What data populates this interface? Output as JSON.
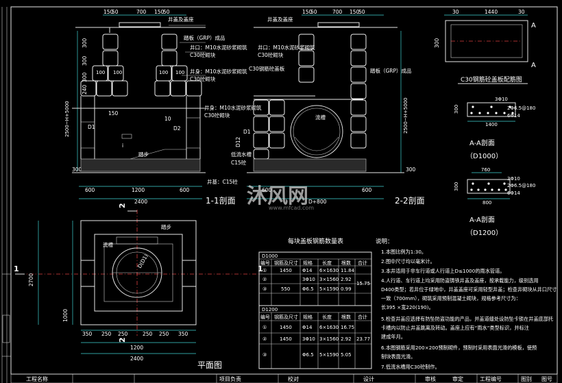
{
  "frame": {
    "title_block": [
      "工程名称",
      "项目负责",
      "校对",
      "设计",
      "审核",
      "审定",
      "工程编号",
      "图别",
      "图号"
    ]
  },
  "section1": {
    "title": "1-1剖面",
    "top_dims": [
      "150",
      "50",
      "700",
      "150",
      "50"
    ],
    "left_dims": [
      "300",
      "300",
      "300",
      "240"
    ],
    "height_dim": "2500~H+5000",
    "bottom_dims": [
      "600",
      "1200",
      "600"
    ],
    "total": "2400",
    "labels": {
      "well_frame": "井盖及盖座",
      "collar": "踏板（GRP）成品",
      "mouth1": "井口：M10水泥砂浆砌筑",
      "mouth2": "C30砼砌块",
      "body1": "井身：M10水泥砂浆砌筑",
      "body2": "C30砼砌块",
      "step": "踏步",
      "bottom": "井基：C15砼"
    },
    "pipe_labels": [
      "D1",
      "D2",
      "i",
      "150",
      "10",
      "300"
    ],
    "inner_dims": [
      "100",
      "100",
      "100",
      "100"
    ]
  },
  "section2": {
    "title": "2-2剖面",
    "top_dims": [
      "150",
      "50",
      "700",
      "150",
      "50"
    ],
    "height_dim": "2500~H+5000",
    "bottom_dims": [
      "600",
      "600"
    ],
    "total": "D+800",
    "labels": {
      "frame": "井盖及盖座",
      "mouth1": "井口：M10水泥砂浆砌筑",
      "mouth2": "C30砼砌块",
      "slab": "C30钢筋砼盖板",
      "collar": "踏板（GRP）成品",
      "body1": "井身：M10水泥砂浆砌筑",
      "body2": "C30砼砌块",
      "flow": "流槽",
      "bed": "低流水槽",
      "base": "C15砼"
    },
    "side_labels": [
      "D1",
      "D12",
      "300"
    ]
  },
  "watermark": {
    "logo": "沐风网",
    "url": "www.mfcad.com"
  },
  "slab_plan": {
    "top_dims": [
      "30",
      "1440",
      "30"
    ],
    "side_dims": [
      "300"
    ],
    "section_mark": "A",
    "title": "C30钢筋砼盖板配筋图"
  },
  "slab_section1": {
    "bars": [
      "3Φ10",
      "2Φ6.5@180",
      "6Φ14"
    ],
    "width": "1400",
    "title": "A-A剖面",
    "subtitle": "（D1000）",
    "thick": "300"
  },
  "slab_section2": {
    "top": "760",
    "bars": [
      "3Φ10",
      "2Φ6.5@180",
      "6Φ14"
    ],
    "width": "800",
    "title": "A-A剖面",
    "subtitle": "（D1200）",
    "thick": "300"
  },
  "plan": {
    "title": "平面图",
    "label_step": "踏步",
    "label_slope": "流槽",
    "label_d": "D(D1)",
    "left_dims": [
      "2700",
      "1000"
    ],
    "bottom_dims": [
      "350",
      "250",
      "250",
      "250",
      "250",
      "350"
    ],
    "bottom_total1": "1200",
    "bottom_total2": "2400",
    "section_marks": [
      "2",
      "1",
      "2",
      "1"
    ]
  },
  "rebar_table": {
    "title": "每块盖板钢筋数量表",
    "group1": "D1000",
    "group2": "D1200",
    "headers": [
      "编号",
      "钢筋及尺寸",
      "规格",
      "长度",
      "根数",
      "合计"
    ],
    "rows1": [
      [
        "①",
        "1450",
        "Φ14",
        "6×1630",
        "11.84",
        ""
      ],
      [
        "②",
        "",
        "3Φ10",
        "3×1560",
        "2.92",
        "15.75"
      ],
      [
        "③",
        "550",
        "Φ6.5",
        "5×1590",
        "0.99",
        ""
      ]
    ],
    "rows2": [
      [
        "①",
        "1450",
        "Φ14",
        "6×1630",
        "16.75",
        ""
      ],
      [
        "②",
        "1450",
        "3Φ10",
        "3×1560",
        "2.92",
        "23.77"
      ],
      [
        "③",
        "",
        "Φ6.5",
        "5×1590",
        "5.05",
        ""
      ]
    ]
  },
  "notes": {
    "title": "说明：",
    "lines": [
      "1.本图比例为1:30。",
      "2.图中尺寸均以毫米计。",
      "3.本井适用于非车行道或人行道上D≤1000的雨水管道。",
      "4.人行道、车行道上均采用防盗铸铁井盖及盖座，按承载能力，级别选用",
      "  D400类型；若井位于绿地中，井盖盖座可采用轻型井盖；检查井砌块从井口尺寸",
      "  一致（700mm），砌筑采用预制混凝土砌块，规格参考尺寸为：",
      "  长395 ×宽220(190)。",
      "5.检查井盖应选择有防坠防盗功能的产品，并盖道缝处设防坠卡锁在井盖底部托",
      "  卡槽内以防止井盖跳离及转动。盖座上应有“雨水”类型标识，并标注",
      "  建成年月。",
      "6.本图钢筋采用200×200预制砌件，预制时采用表面光滑的模板，使预",
      "  制块表面光滑。",
      "7.低流水槽用C30砼制作。"
    ]
  }
}
